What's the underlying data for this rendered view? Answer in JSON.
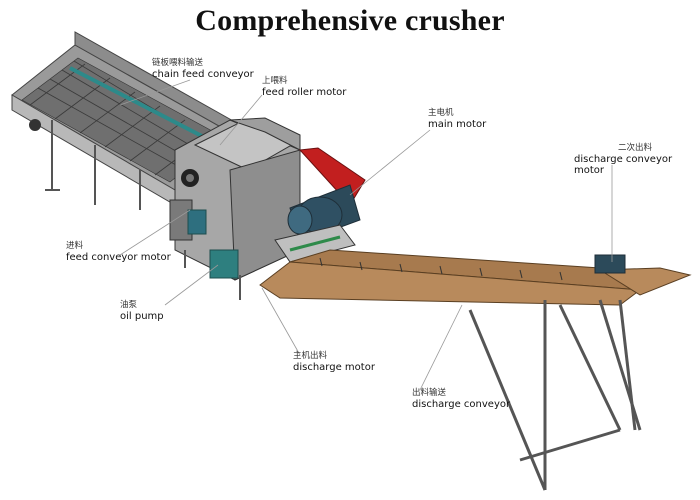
{
  "title": "Comprehensive crusher",
  "labels": {
    "chain_feed": {
      "zh": "链板喂料输送",
      "en": "chain feed conveyor"
    },
    "feed_roller": {
      "zh": "上喂料",
      "en": "feed roller motor"
    },
    "main_motor": {
      "zh": "主电机",
      "en": "main motor"
    },
    "secondary_discharge": {
      "zh": "二次出料",
      "en": "discharge conveyor motor"
    },
    "feed_conveyor_motor": {
      "zh": "进料",
      "en": "feed conveyor motor"
    },
    "oil_pump": {
      "zh": "油泵",
      "en": "oil pump"
    },
    "discharge_motor": {
      "zh": "主机出料",
      "en": "discharge motor"
    },
    "discharge_conveyor": {
      "zh": "出料输送",
      "en": "discharge conveyor"
    }
  }
}
